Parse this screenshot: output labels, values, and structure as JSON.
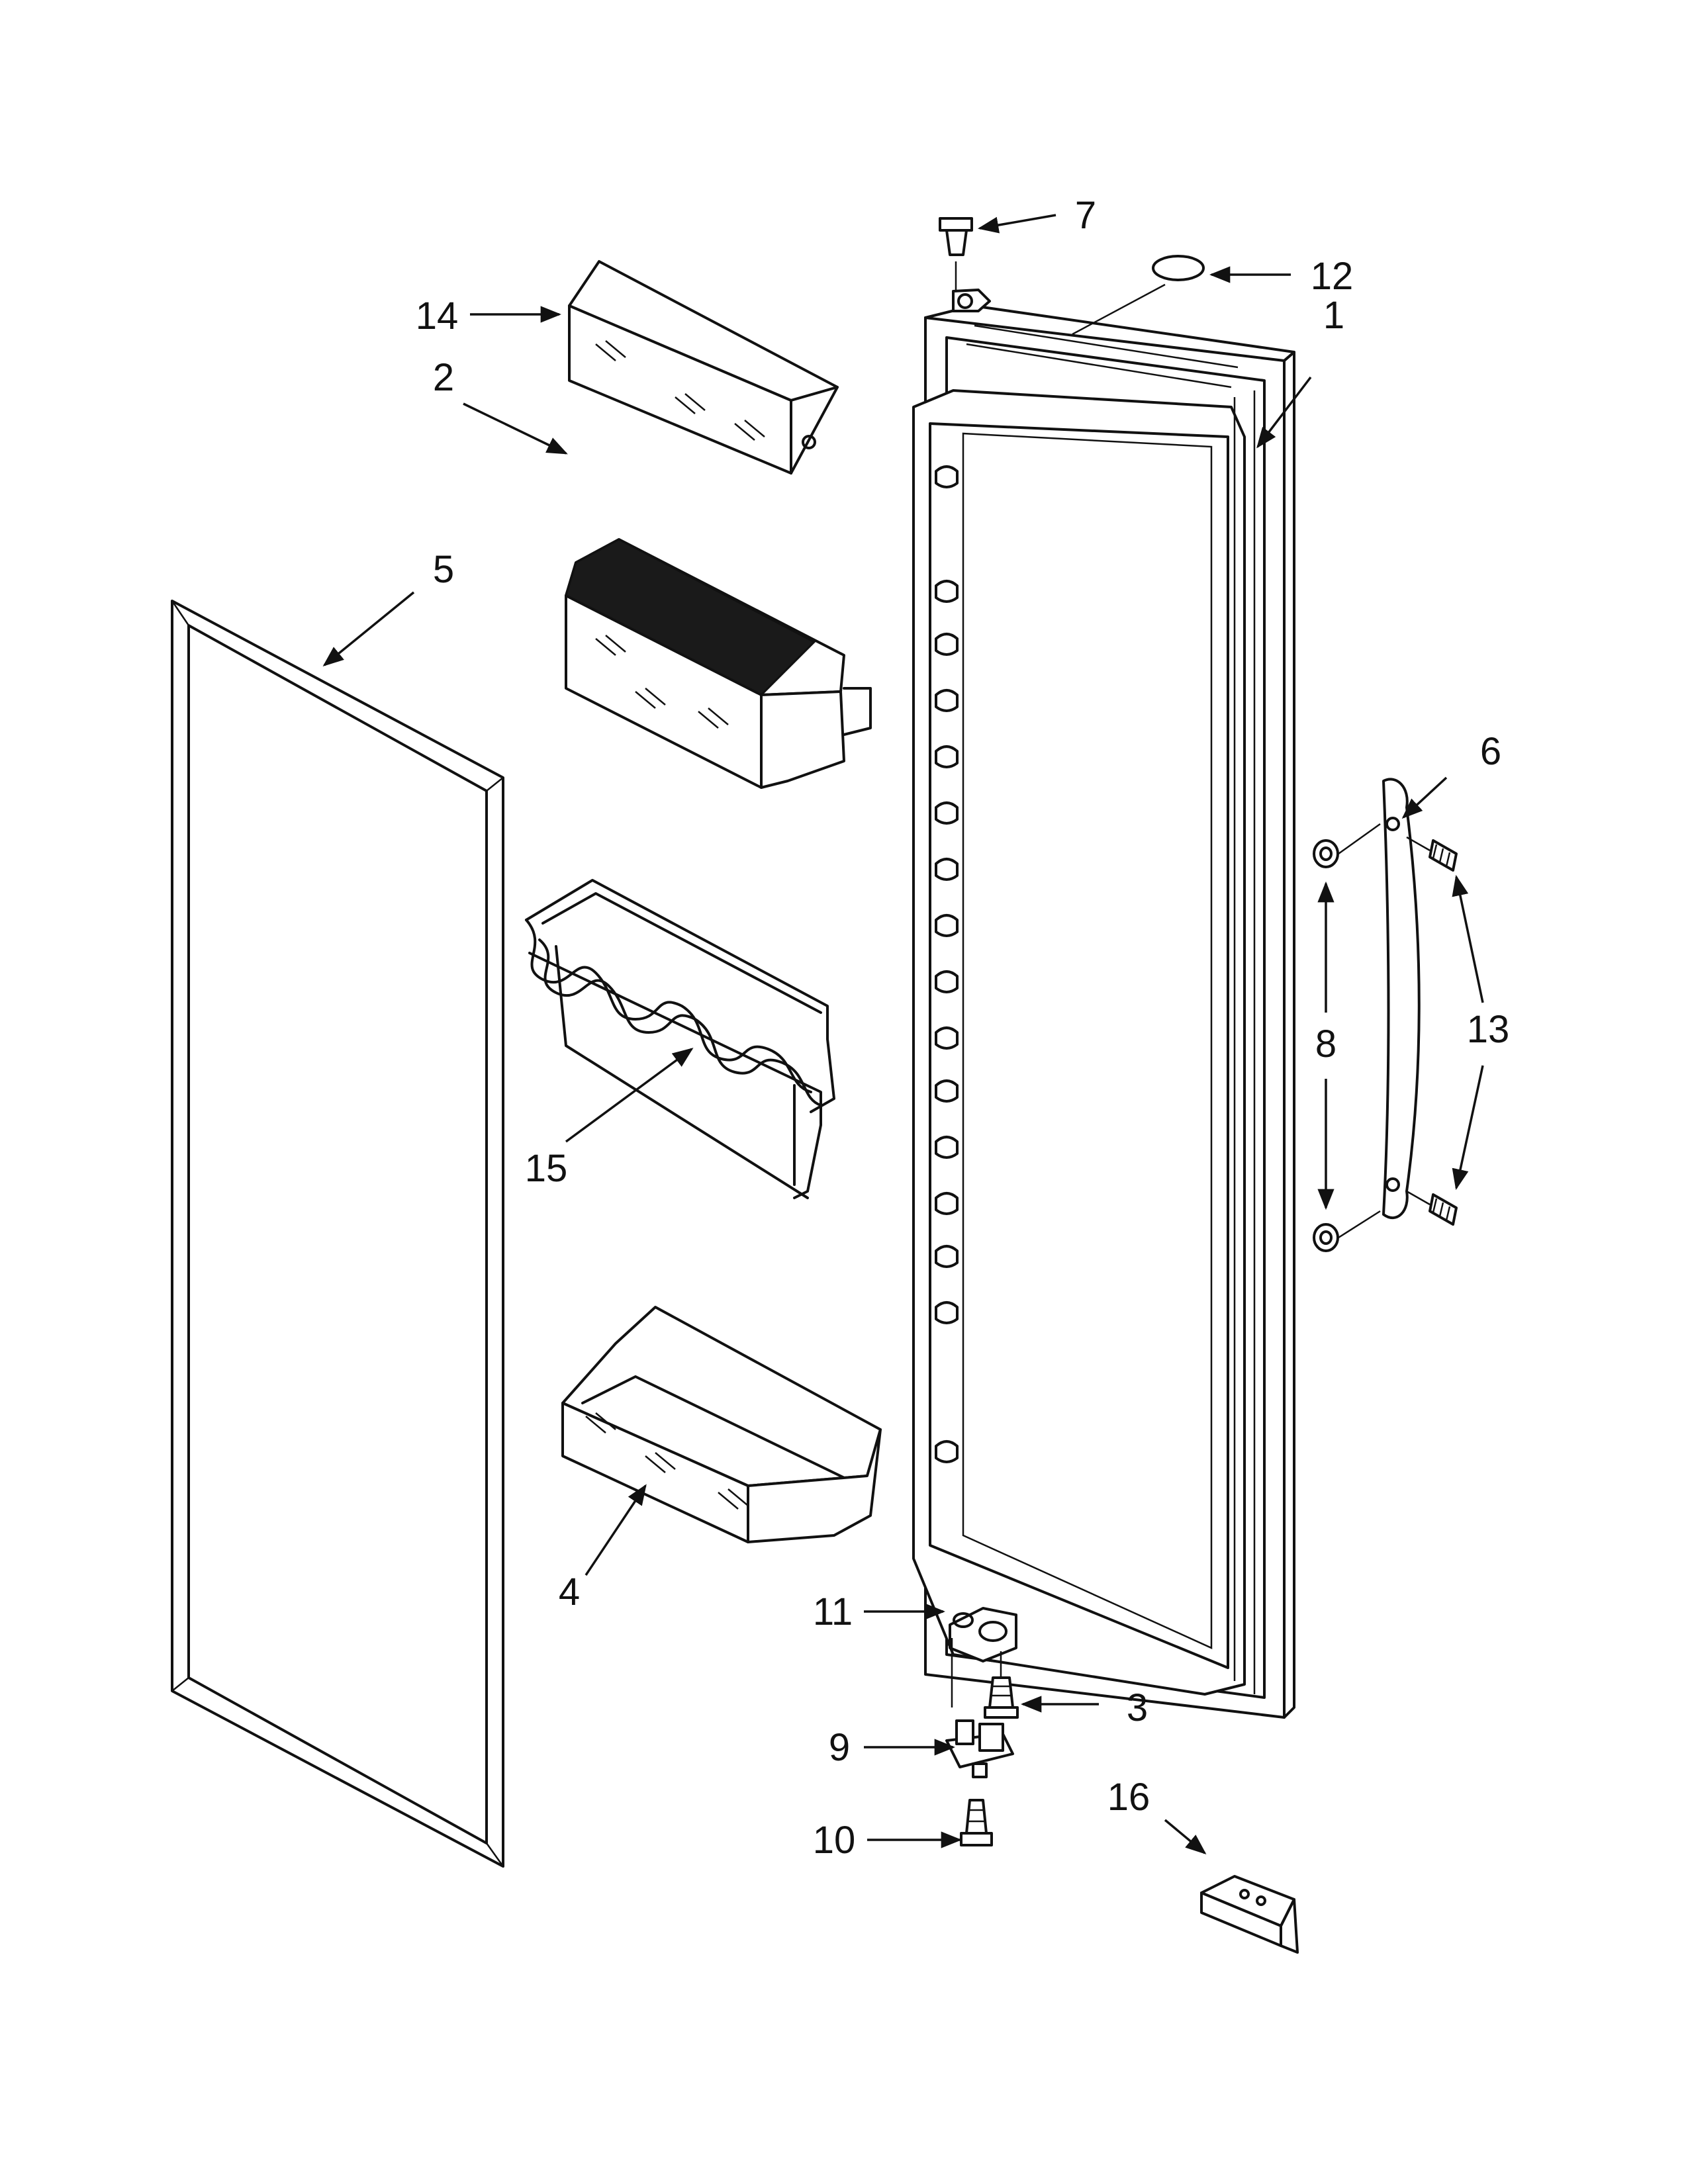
{
  "callouts": [
    {
      "id": "1",
      "text": "1"
    },
    {
      "id": "2",
      "text": "2"
    },
    {
      "id": "3",
      "text": "3"
    },
    {
      "id": "4",
      "text": "4"
    },
    {
      "id": "5",
      "text": "5"
    },
    {
      "id": "6",
      "text": "6"
    },
    {
      "id": "7",
      "text": "7"
    },
    {
      "id": "8",
      "text": "8"
    },
    {
      "id": "9",
      "text": "9"
    },
    {
      "id": "10",
      "text": "10"
    },
    {
      "id": "11",
      "text": "11"
    },
    {
      "id": "12",
      "text": "12"
    },
    {
      "id": "13",
      "text": "13"
    },
    {
      "id": "14",
      "text": "14"
    },
    {
      "id": "15",
      "text": "15"
    },
    {
      "id": "16",
      "text": "16"
    }
  ],
  "colors": {
    "line": "#111111",
    "background": "#ffffff"
  }
}
